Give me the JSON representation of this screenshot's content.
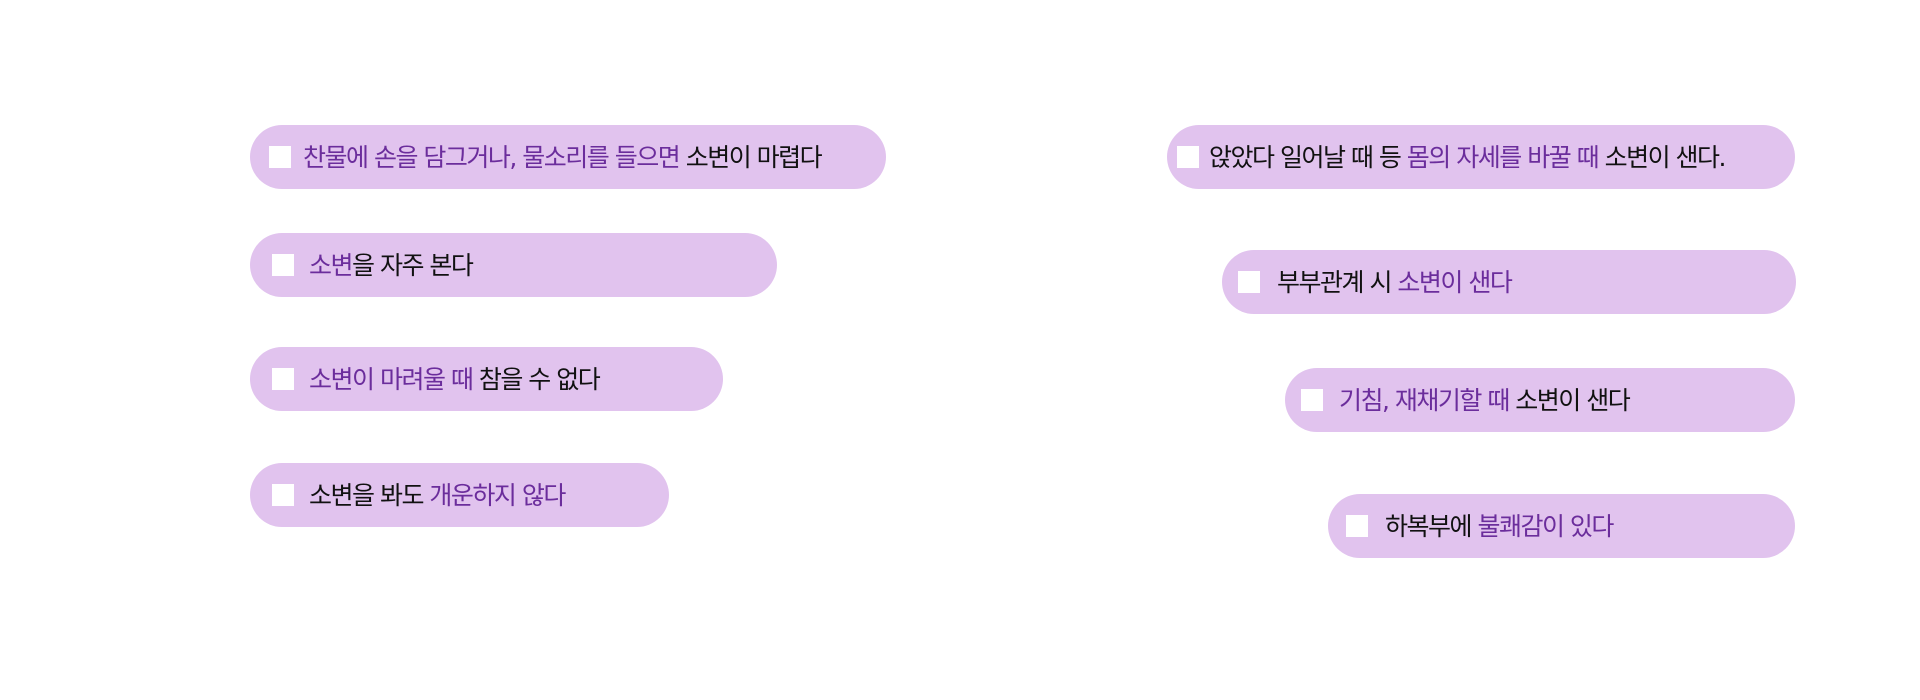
{
  "colors": {
    "pill_background": "#e1c3ee",
    "checkbox": "#ffffff",
    "highlight_text": "#6b2d9c",
    "normal_text": "#111111",
    "page_background": "#ffffff"
  },
  "checklist": {
    "left_column": [
      {
        "checked": false,
        "segments": [
          {
            "text": "찬물에 손을 담그거나, 물소리를 들으면 ",
            "style": "highlight"
          },
          {
            "text": "소변이 마렵다",
            "style": "normal"
          }
        ]
      },
      {
        "checked": false,
        "segments": [
          {
            "text": "소변",
            "style": "highlight"
          },
          {
            "text": "을 자주 본다",
            "style": "normal"
          }
        ]
      },
      {
        "checked": false,
        "segments": [
          {
            "text": "소변이 마려울 때 ",
            "style": "highlight"
          },
          {
            "text": "참을 수 없다",
            "style": "normal"
          }
        ]
      },
      {
        "checked": false,
        "segments": [
          {
            "text": "소변을 봐도 ",
            "style": "normal"
          },
          {
            "text": "개운하지 않다",
            "style": "highlight"
          }
        ]
      }
    ],
    "right_column": [
      {
        "checked": false,
        "segments": [
          {
            "text": "앉았다 일어날 때 등 ",
            "style": "normal"
          },
          {
            "text": "몸의 자세를 바꿀 때 ",
            "style": "highlight"
          },
          {
            "text": "소변이 샌다.",
            "style": "normal"
          }
        ]
      },
      {
        "checked": false,
        "segments": [
          {
            "text": "부부관계 시 ",
            "style": "normal"
          },
          {
            "text": "소변이 샌다",
            "style": "highlight"
          }
        ]
      },
      {
        "checked": false,
        "segments": [
          {
            "text": "기침, 재채기할 때 ",
            "style": "highlight"
          },
          {
            "text": "소변이 샌다",
            "style": "normal"
          }
        ]
      },
      {
        "checked": false,
        "segments": [
          {
            "text": "하복부에 ",
            "style": "normal"
          },
          {
            "text": "불쾌감이 있다",
            "style": "highlight"
          }
        ]
      }
    ]
  }
}
